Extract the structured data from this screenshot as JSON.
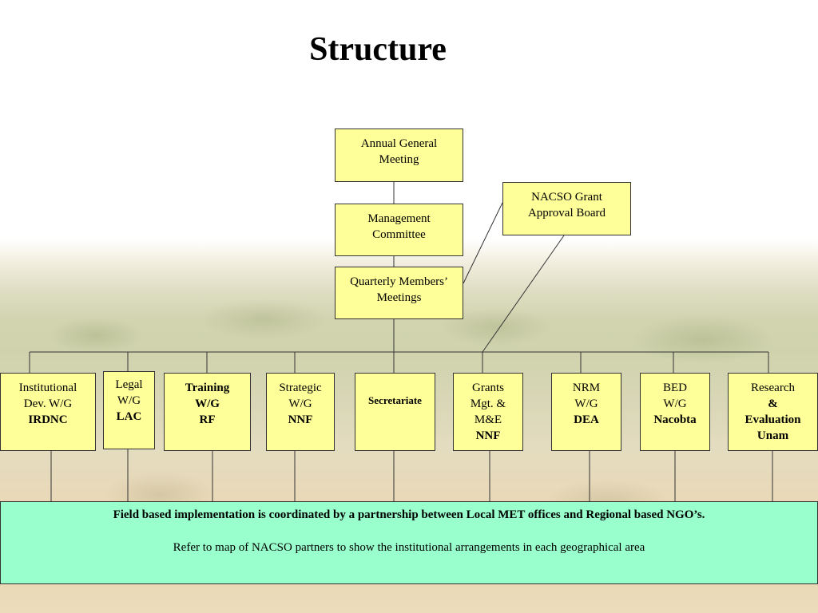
{
  "title": "Structure",
  "top_boxes": {
    "agm": [
      "Annual General",
      "Meeting"
    ],
    "management": [
      "Management",
      "Committee"
    ],
    "quarterly": [
      "Quarterly Members’",
      "Meetings"
    ],
    "grant_board": [
      "NACSO Grant",
      "Approval Board"
    ]
  },
  "working_groups": [
    {
      "lines": [
        "Institutional",
        "Dev. W/G"
      ],
      "bold": "IRDNC"
    },
    {
      "lines": [
        "Legal",
        "W/G"
      ],
      "bold": "LAC"
    },
    {
      "lines": [],
      "bold_lines": [
        "Training",
        "W/G",
        "RF"
      ]
    },
    {
      "lines": [
        "Strategic",
        "W/G"
      ],
      "bold": "NNF"
    },
    {
      "lines": [],
      "bold": "Secretariate"
    },
    {
      "lines": [
        "Grants",
        "Mgt. &",
        "M&E"
      ],
      "bold": "NNF"
    },
    {
      "lines": [
        "NRM",
        "W/G"
      ],
      "bold": "DEA"
    },
    {
      "lines": [
        "BED",
        "W/G"
      ],
      "bold": "Nacobta"
    },
    {
      "lines": [
        "Research"
      ],
      "bold_lines": [
        "&",
        "Evaluation",
        "Unam"
      ]
    }
  ],
  "footer": {
    "line1": "Field based implementation is coordinated by a partnership between Local MET offices and Regional based NGO’s.",
    "line2": "Refer to map of NACSO partners to show the institutional arrangements in each geographical area"
  }
}
